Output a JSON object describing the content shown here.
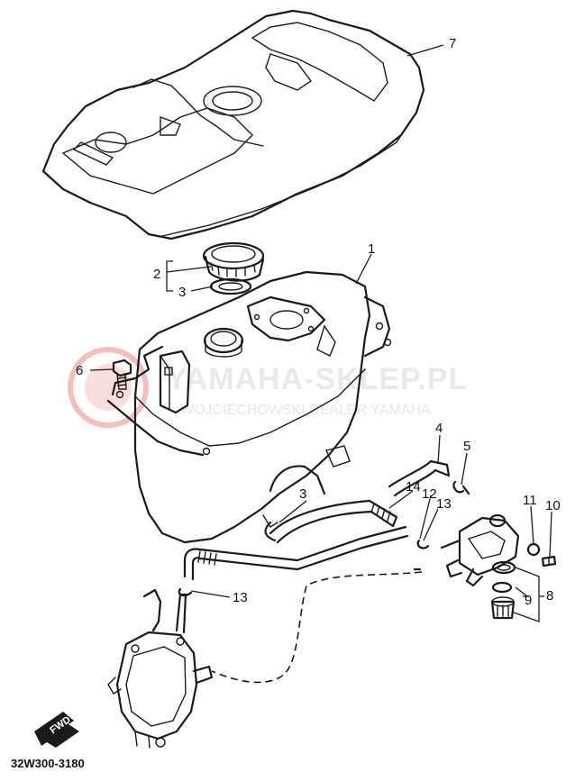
{
  "diagram": {
    "part_number": "32W300-3180",
    "callouts": [
      "1",
      "2",
      "3",
      "3",
      "4",
      "5",
      "6",
      "7",
      "8",
      "9",
      "10",
      "11",
      "12",
      "13",
      "13",
      "14"
    ],
    "watermark": {
      "brand": "YAMAHA-SKLEP.PL",
      "subtitle": "WOJCIECHOWSKI DEALER YAMAHA",
      "logo_color": "#e8443b"
    },
    "direction_label": "FWD"
  }
}
